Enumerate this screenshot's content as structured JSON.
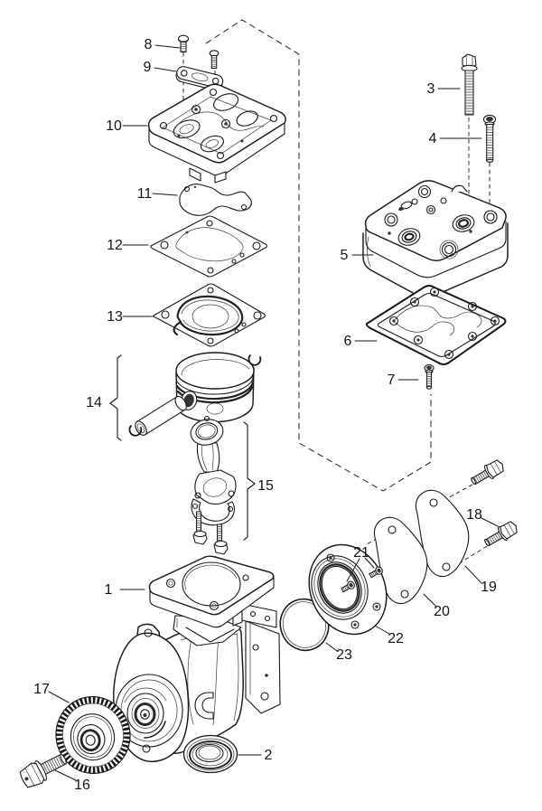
{
  "diagram": {
    "background": "#ffffff",
    "line_color": "#1a1a1a",
    "callouts": {
      "c1": "1",
      "c2": "2",
      "c3": "3",
      "c4": "4",
      "c5": "5",
      "c6": "6",
      "c7": "7",
      "c8": "8",
      "c9": "9",
      "c10": "10",
      "c11": "11",
      "c12": "12",
      "c13": "13",
      "c14": "14",
      "c15": "15",
      "c16": "16",
      "c17": "17",
      "c18": "18",
      "c19": "19",
      "c20": "20",
      "c21": "21",
      "c22": "22",
      "c23": "23"
    }
  }
}
